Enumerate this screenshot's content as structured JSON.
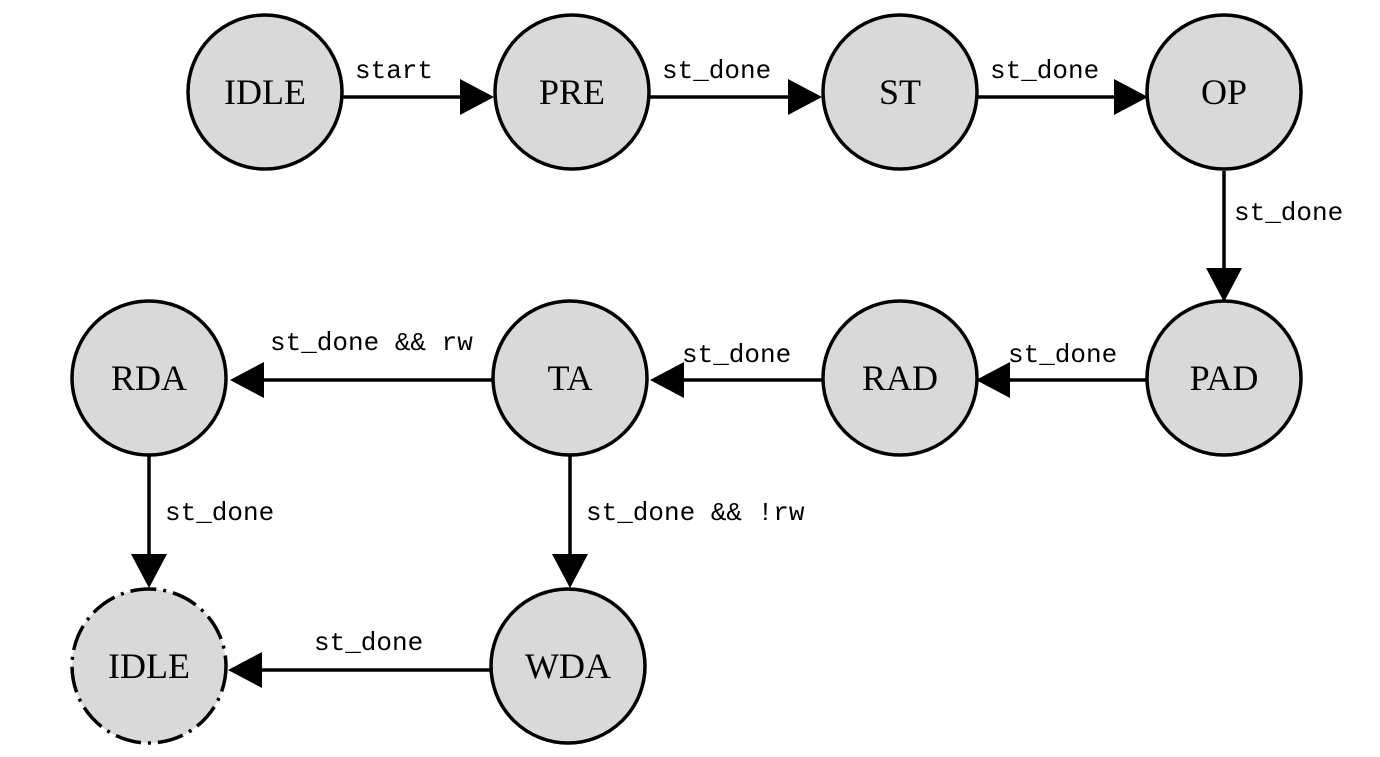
{
  "diagram": {
    "states": [
      {
        "id": "idle-start",
        "label": "IDLE",
        "style": "solid"
      },
      {
        "id": "pre",
        "label": "PRE",
        "style": "solid"
      },
      {
        "id": "st",
        "label": "ST",
        "style": "solid"
      },
      {
        "id": "op",
        "label": "OP",
        "style": "solid"
      },
      {
        "id": "pad",
        "label": "PAD",
        "style": "solid"
      },
      {
        "id": "rad",
        "label": "RAD",
        "style": "solid"
      },
      {
        "id": "ta",
        "label": "TA",
        "style": "solid"
      },
      {
        "id": "rda",
        "label": "RDA",
        "style": "solid"
      },
      {
        "id": "wda",
        "label": "WDA",
        "style": "solid"
      },
      {
        "id": "idle-end",
        "label": "IDLE",
        "style": "dash-dot"
      }
    ],
    "transitions": [
      {
        "id": "idle-to-pre",
        "from": "idle-start",
        "to": "pre",
        "label": "start"
      },
      {
        "id": "pre-to-st",
        "from": "pre",
        "to": "st",
        "label": "st_done"
      },
      {
        "id": "st-to-op",
        "from": "st",
        "to": "op",
        "label": "st_done"
      },
      {
        "id": "op-to-pad",
        "from": "op",
        "to": "pad",
        "label": "st_done"
      },
      {
        "id": "pad-to-rad",
        "from": "pad",
        "to": "rad",
        "label": "st_done"
      },
      {
        "id": "rad-to-ta",
        "from": "rad",
        "to": "ta",
        "label": "st_done"
      },
      {
        "id": "ta-to-rda",
        "from": "ta",
        "to": "rda",
        "label": "st_done && rw"
      },
      {
        "id": "ta-to-wda",
        "from": "ta",
        "to": "wda",
        "label": "st_done && !rw"
      },
      {
        "id": "rda-to-idle",
        "from": "rda",
        "to": "idle-end",
        "label": "st_done"
      },
      {
        "id": "wda-to-idle",
        "from": "wda",
        "to": "idle-end",
        "label": "st_done"
      }
    ],
    "colors": {
      "state_fill": "#d9d9d9",
      "stroke": "#000000",
      "background": "#ffffff"
    }
  }
}
